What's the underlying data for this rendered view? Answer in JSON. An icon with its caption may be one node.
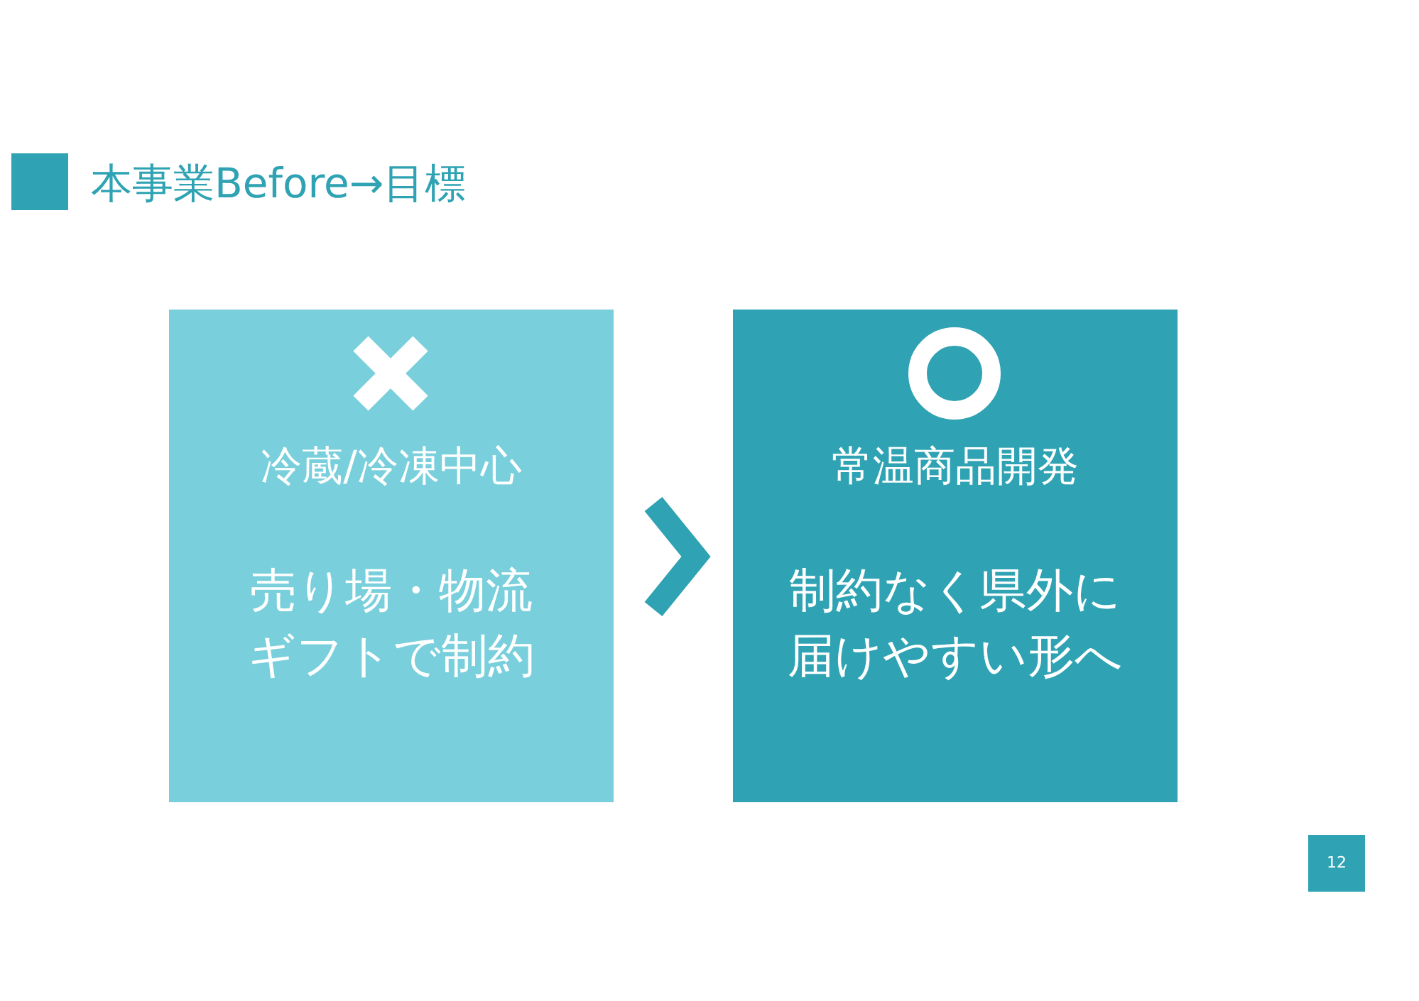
{
  "diagram": {
    "title": "本事業Before→目標",
    "nodes": [
      {
        "text": [
          "冷蔵/冷凍中心",
          "売り場・物流ギフトで制約"
        ]
      },
      {
        "text": [
          "常温商品開発",
          "制約なく県外に届けやすい形へ"
        ]
      }
    ],
    "edges": [
      {
        "from": 0,
        "to": 1,
        "arrow": "to"
      }
    ],
    "labels": [
      "12"
    ]
  }
}
